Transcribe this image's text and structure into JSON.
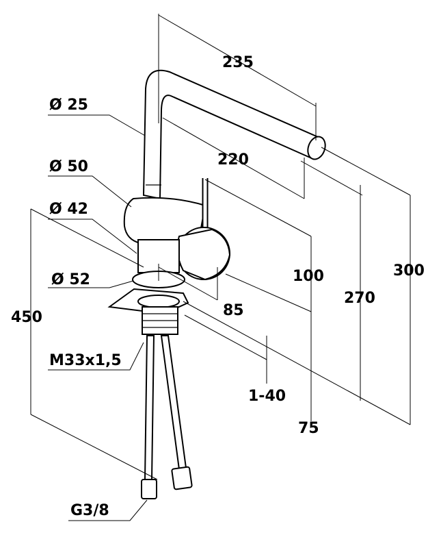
{
  "drawing": {
    "dimensions": {
      "spout_reach": "235",
      "spout_inner_reach": "220",
      "spout_diameter": "Ø 25",
      "body_diameter": "Ø 50",
      "base_diameter": "Ø 42",
      "flange_diameter": "Ø 52",
      "lever_height": "100",
      "total_height": "300",
      "outlet_height": "270",
      "lever_offset": "85",
      "hose_length": "450",
      "thread": "M33x1,5",
      "counter_thickness": "1-40",
      "base_height": "75",
      "connection": "G3/8"
    }
  }
}
